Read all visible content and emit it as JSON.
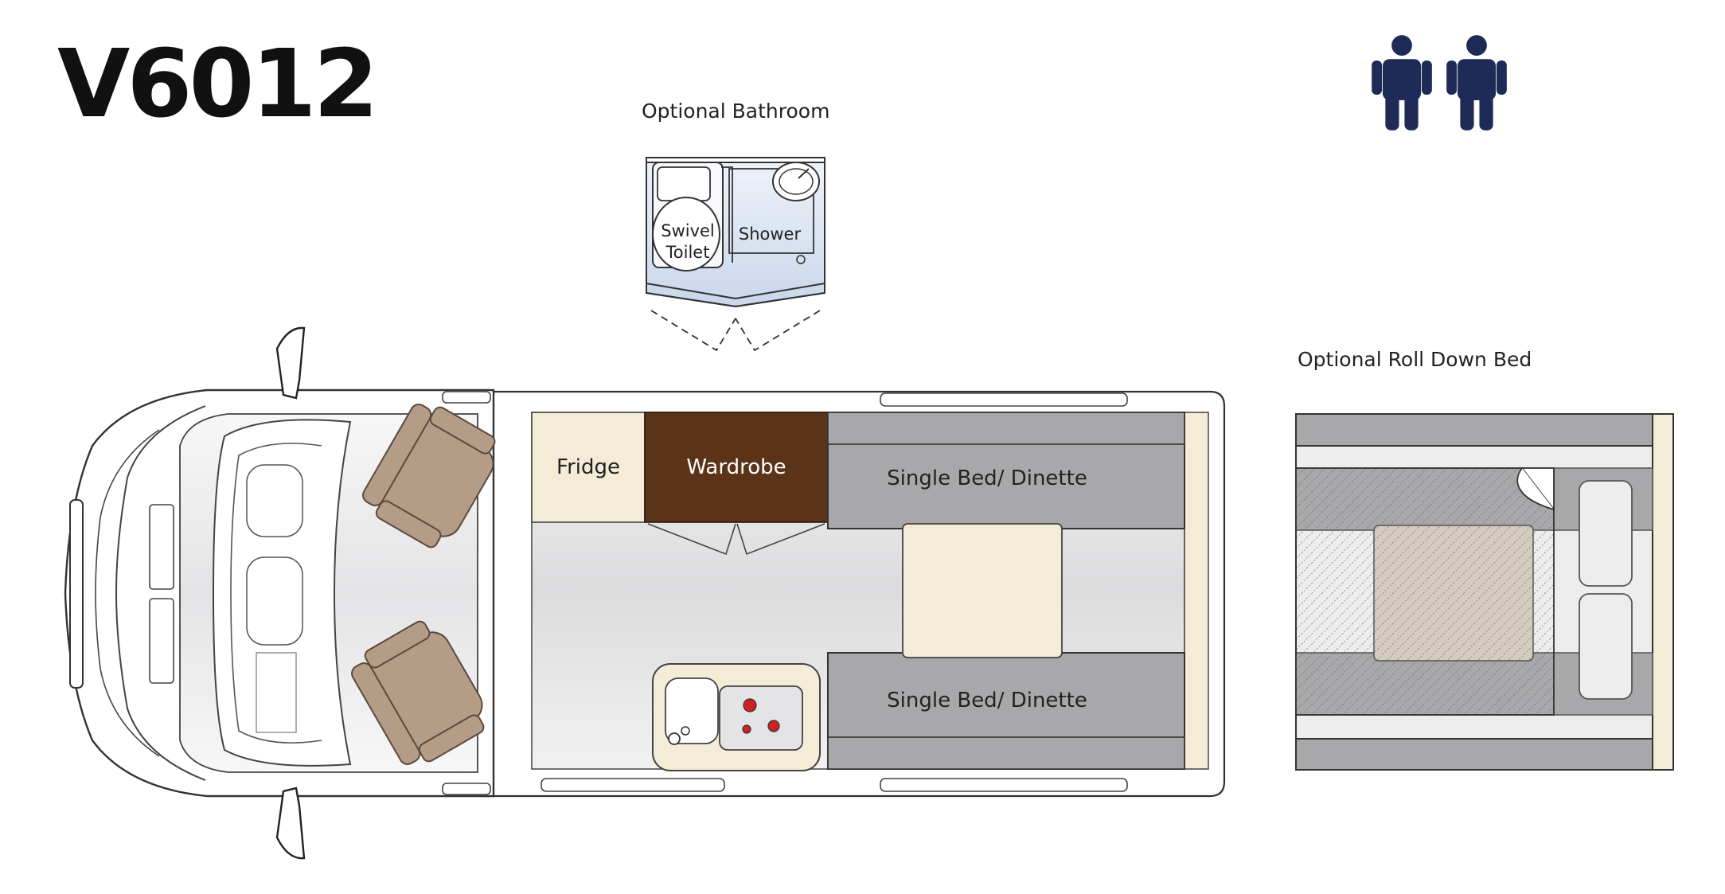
{
  "model": "V6012",
  "occupancy": {
    "icon": "person-icon",
    "count": 2,
    "color": "#1f2b57"
  },
  "labels": {
    "optional_bathroom": "Optional Bathroom",
    "optional_roll_down_bed": "Optional Roll Down Bed",
    "fridge": "Fridge",
    "wardrobe": "Wardrobe",
    "single_bed_top": "Single Bed/ Dinette",
    "single_bed_bottom": "Single Bed/ Dinette",
    "swivel": "Swivel",
    "toilet": "Toilet",
    "shower": "Shower"
  },
  "colors": {
    "wardrobe": "#5a3319",
    "fridge": "#f4ecd6",
    "bed": "#a8a8aa",
    "table": "#f4ecd6",
    "floor": "#e2e2e4",
    "seat": "#b59c87",
    "bathroom": "#dde6f3",
    "person": "#1f2b57"
  }
}
